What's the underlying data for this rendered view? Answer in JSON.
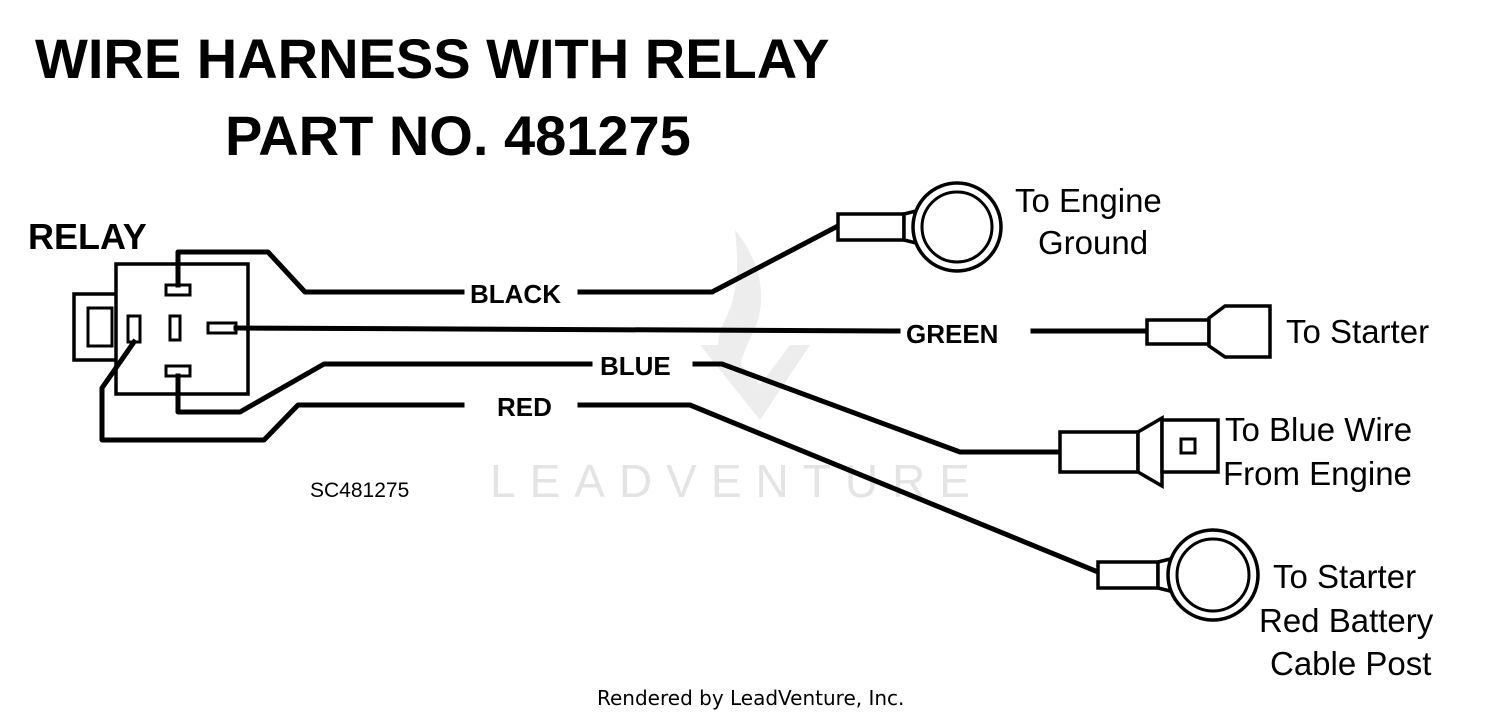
{
  "title": {
    "line1": "WIRE HARNESS WITH RELAY",
    "line2": "PART NO. 481275"
  },
  "relay_label": "RELAY",
  "wires": {
    "black": "BLACK",
    "green": "GREEN",
    "blue": "BLUE",
    "red": "RED"
  },
  "destinations": {
    "engine_ground": [
      "To Engine",
      "Ground"
    ],
    "starter": [
      "To Starter"
    ],
    "blue_wire": [
      "To Blue Wire",
      "From Engine"
    ],
    "battery_post": [
      "To Starter",
      "Red Battery",
      "Cable Post"
    ]
  },
  "diagram_code": "SC481275",
  "watermark": "LEADVENTURE",
  "credit": "Rendered by LeadVenture, Inc.",
  "colors": {
    "line": "#000000",
    "background": "#ffffff",
    "watermark": "#e4e4e4"
  }
}
